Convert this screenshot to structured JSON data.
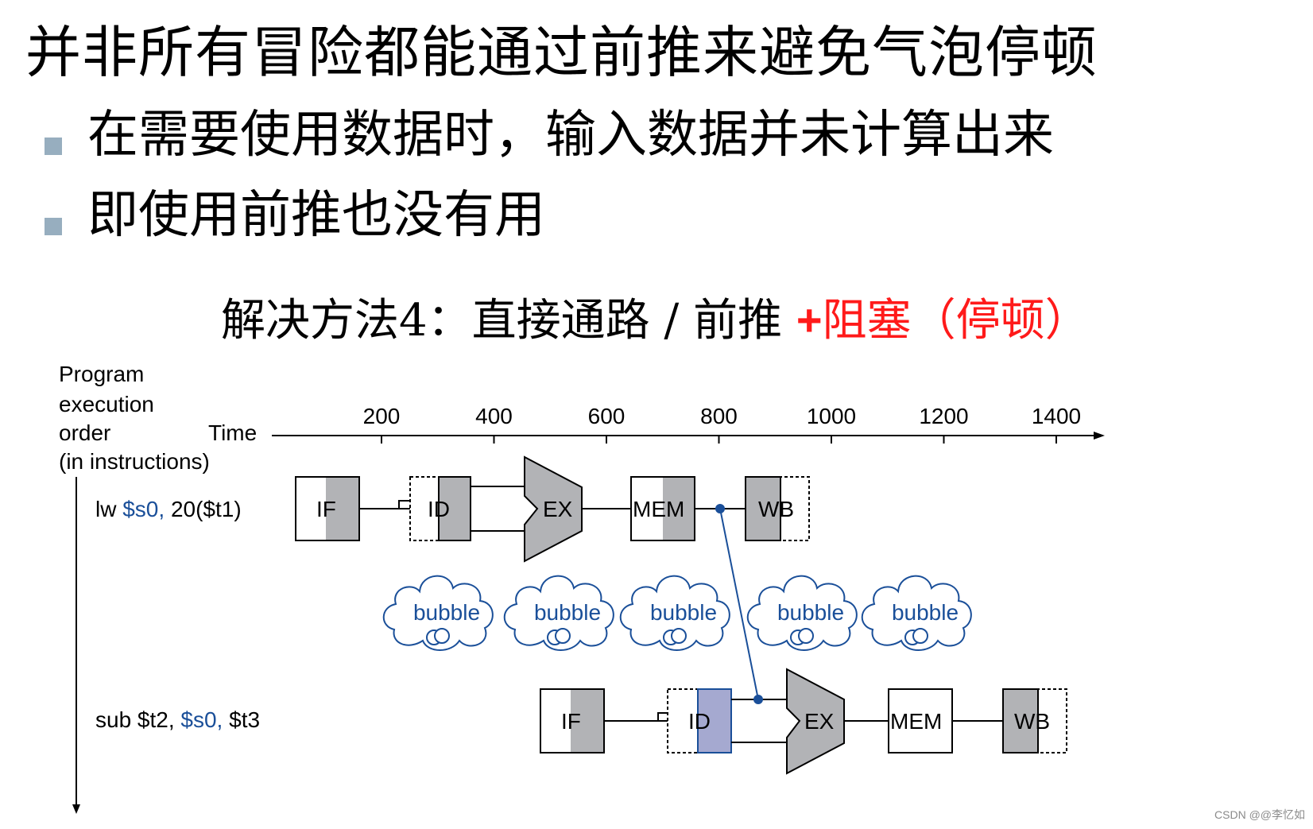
{
  "slide": {
    "title": "并非所有冒险都能通过前推来避免气泡停顿",
    "bullets": [
      "在需要使用数据时，输入数据并未计算出来",
      "即使用前推也没有用"
    ],
    "subtitle": {
      "prefix": "解决方法4：直接通路 /  前推 ",
      "plus": "+",
      "highlight": "阻塞（停顿）"
    },
    "accent_colors": {
      "bullet": "#97aebf",
      "highlight": "#ff1a1a",
      "forward": "#1a4f99",
      "stage_gray": "#b2b3b6",
      "id_highlight": "#a5a9d0"
    }
  },
  "diagram": {
    "order_label": [
      "Program",
      "execution",
      "order",
      "(in instructions)"
    ],
    "time_label": "Time",
    "time_ticks": [
      "200",
      "400",
      "600",
      "800",
      "1000",
      "1200",
      "1400"
    ],
    "instructions": [
      {
        "op": "lw ",
        "highlight": "$s0,",
        "rest": " 20($t1)",
        "stages": [
          "IF",
          "ID",
          "EX",
          "MEM",
          "WB"
        ]
      },
      {
        "op": "sub $t2, ",
        "highlight": "$s0,",
        "rest": " $t3",
        "stages": [
          "IF",
          "ID",
          "EX",
          "MEM",
          "WB"
        ]
      }
    ],
    "bubbles": [
      "bubble",
      "bubble",
      "bubble",
      "bubble",
      "bubble"
    ]
  },
  "watermark": "CSDN @@李忆如"
}
